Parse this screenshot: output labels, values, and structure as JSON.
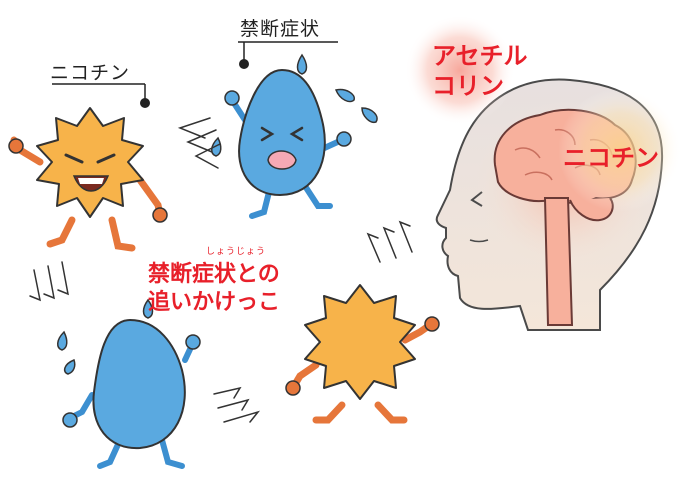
{
  "labels": {
    "nicotine_top": "ニコチン",
    "withdrawal_top": "禁断症状",
    "chase_line1": "禁断症状との",
    "chase_line2": "追いかけっこ",
    "chase_ruby": "しょうじょう",
    "acetylcholine_line1": "アセチル",
    "acetylcholine_line2": "コリン",
    "nicotine_brain": "ニコチン"
  },
  "colors": {
    "nicotine_body": "#f7b34a",
    "withdrawal_body": "#5aa9e0",
    "limb": "#e6763a",
    "blue_limb": "#3c8fd0",
    "label_red": "#e8202a",
    "head_fill": "#f1e8e0",
    "brain_fill": "#f7b3a0",
    "glow": "#f59a8a"
  },
  "icons": [
    "nicotine-character-icon",
    "withdrawal-character-icon",
    "sweat-drop-icon",
    "motion-lines-icon",
    "head-silhouette-icon",
    "brain-icon"
  ]
}
